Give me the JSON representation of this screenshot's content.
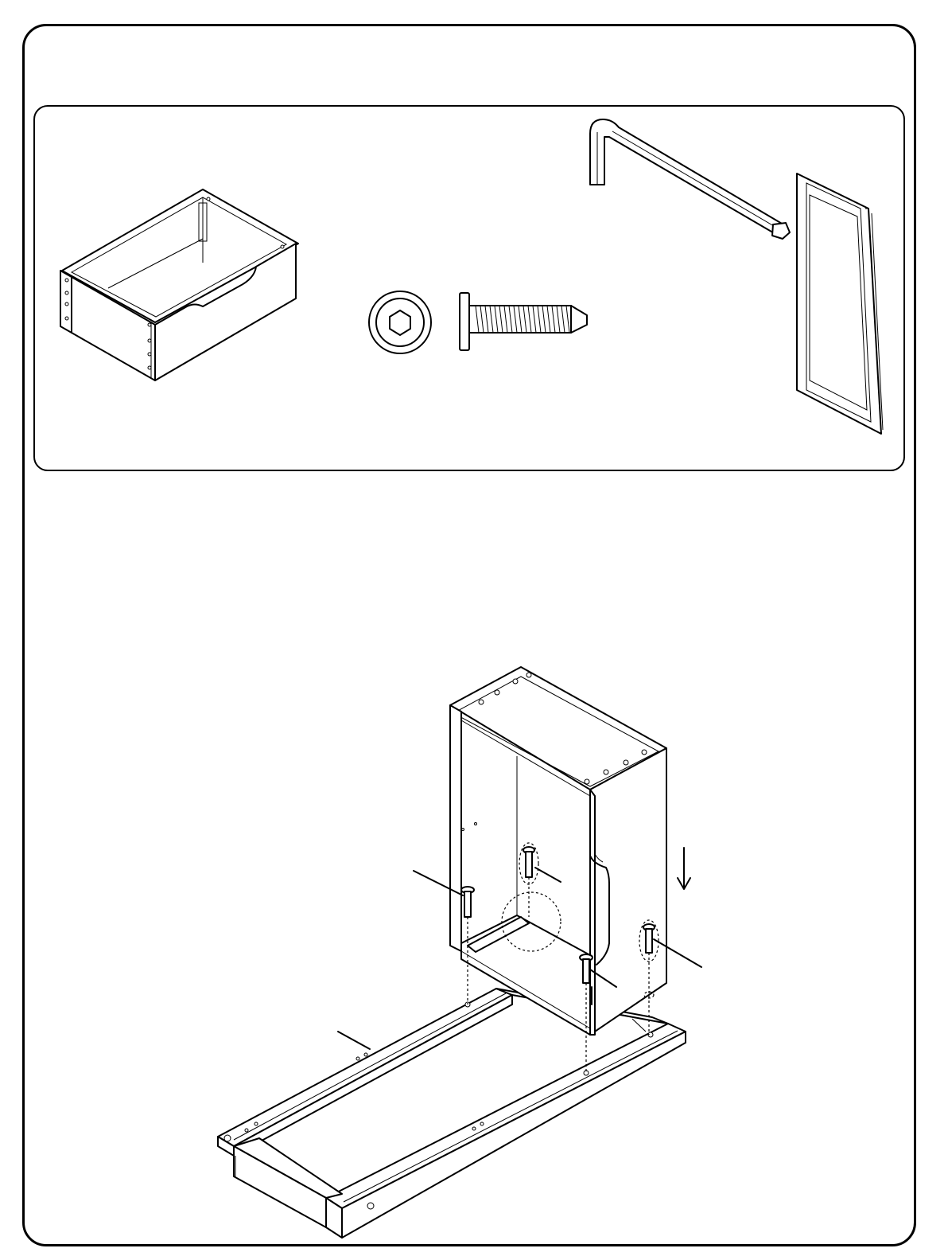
{
  "colors": {
    "line": "#000000",
    "background": "#ffffff"
  },
  "parts_panel": {
    "items": [
      "drawer-box",
      "connector-cap",
      "bolt",
      "allen-key",
      "door-frame"
    ]
  },
  "assembly": {
    "items": [
      "cabinet",
      "base-frame",
      "bolts",
      "down-arrow",
      "leader-lines"
    ]
  }
}
